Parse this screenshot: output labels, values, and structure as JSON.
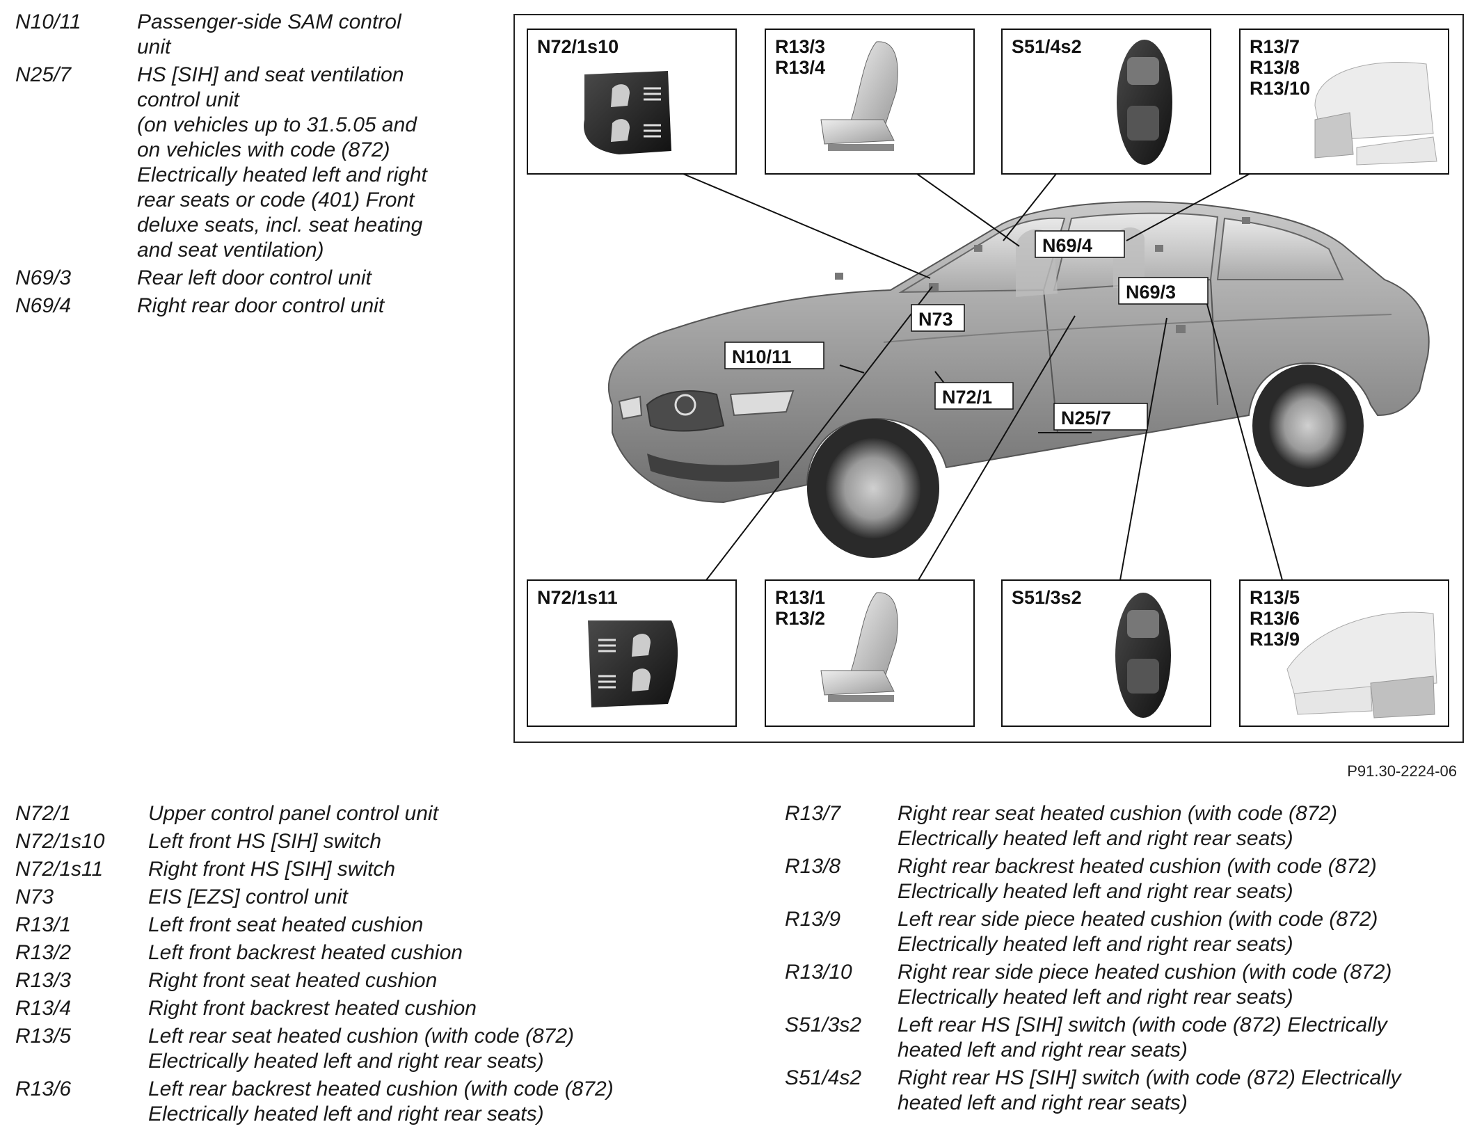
{
  "legend_top": [
    {
      "code": "N10/11",
      "desc": "Passenger-side SAM control\nunit"
    },
    {
      "code": "N25/7",
      "desc": "HS [SIH] and seat ventilation\ncontrol unit\n(on vehicles up to 31.5.05 and\non vehicles with code (872)\nElectrically heated left and right\nrear seats or code (401) Front\ndeluxe seats, incl. seat heating\nand seat ventilation)"
    },
    {
      "code": "N69/3",
      "desc": "Rear left door control unit"
    },
    {
      "code": "N69/4",
      "desc": "Right rear door control unit"
    }
  ],
  "figure": {
    "boxes_top": [
      {
        "label": "N72/1s10"
      },
      {
        "label": "R13/3\nR13/4"
      },
      {
        "label": "S51/4s2"
      },
      {
        "label": "R13/7\nR13/8\nR13/10"
      }
    ],
    "boxes_bottom": [
      {
        "label": "N72/1s11"
      },
      {
        "label": "R13/1\nR13/2"
      },
      {
        "label": "S51/3s2"
      },
      {
        "label": "R13/5\nR13/6\nR13/9"
      }
    ],
    "callouts": [
      "N69/4",
      "N69/3",
      "N73",
      "N10/11",
      "N72/1",
      "N25/7"
    ],
    "reference": "P91.30-2224-06"
  },
  "legend_bottom_left": [
    {
      "code": "N72/1",
      "desc": "Upper control panel control unit"
    },
    {
      "code": "N72/1s10",
      "desc": "Left front HS [SIH] switch"
    },
    {
      "code": "N72/1s11",
      "desc": "Right front HS [SIH] switch"
    },
    {
      "code": "N73",
      "desc": "EIS [EZS] control unit"
    },
    {
      "code": "R13/1",
      "desc": "Left front seat heated cushion"
    },
    {
      "code": "R13/2",
      "desc": "Left front backrest heated cushion"
    },
    {
      "code": "R13/3",
      "desc": "Right front seat heated cushion"
    },
    {
      "code": "R13/4",
      "desc": "Right front backrest heated cushion"
    },
    {
      "code": "R13/5",
      "desc": "Left rear seat heated cushion (with code (872)\nElectrically heated left and right rear seats)"
    },
    {
      "code": "R13/6",
      "desc": "Left rear backrest heated cushion (with code (872)\nElectrically heated left and right rear seats)"
    }
  ],
  "legend_bottom_right": [
    {
      "code": "R13/7",
      "desc": "Right rear seat heated cushion (with code (872)\nElectrically heated left and right rear seats)"
    },
    {
      "code": "R13/8",
      "desc": "Right rear backrest heated cushion (with code (872)\nElectrically heated left and right rear seats)"
    },
    {
      "code": "R13/9",
      "desc": "Left rear side piece heated cushion (with code (872)\nElectrically heated left and right rear seats)"
    },
    {
      "code": "R13/10",
      "desc": "Right rear side piece heated cushion (with code (872)\nElectrically heated left and right rear seats)"
    },
    {
      "code": "S51/3s2",
      "desc": "Left rear HS [SIH] switch (with code (872) Electrically\nheated left and right rear seats)"
    },
    {
      "code": "S51/4s2",
      "desc": "Right rear HS [SIH] switch (with code (872) Electrically\nheated left and right rear seats)"
    }
  ]
}
